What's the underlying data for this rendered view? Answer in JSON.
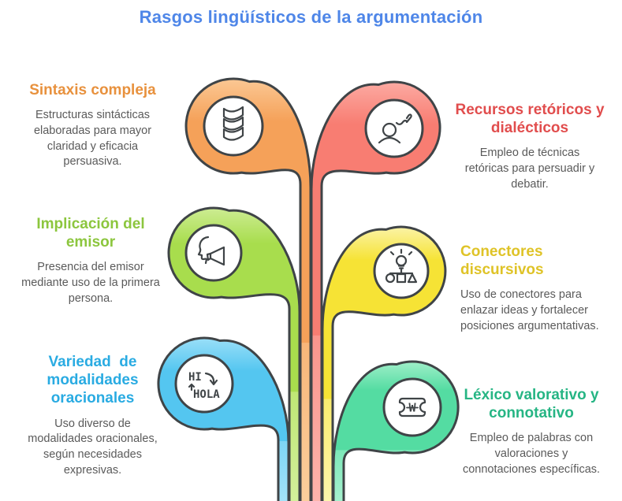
{
  "title": {
    "text": "Rasgos lingüísticos de la argumentación",
    "color": "#4e86e8"
  },
  "outline_color": "#3f4447",
  "background_color": "#ffffff",
  "body_text_color": "#5a5a5a",
  "sections": [
    {
      "heading": "Sintaxis compleja",
      "body": "Estructuras sintácticas\nelaboradas para mayor\nclaridad y eficacia\npersuasiva.",
      "heading_color": "#e8913d",
      "branch_color": "#f5a159",
      "branch_color_light": "#fbc894",
      "icon": "coil-ribbon-icon",
      "side": "left"
    },
    {
      "heading": "Recursos retóricos y\ndialécticos",
      "body": "Empleo de técnicas\nretóricas para persuadir y\ndebatir.",
      "heading_color": "#e14d4d",
      "branch_color": "#f87d72",
      "branch_color_light": "#fcaaa2",
      "icon": "person-gesture-icon",
      "side": "right"
    },
    {
      "heading": "Implicación del\nemisor",
      "body": "Presencia del emisor\nmediante uso de la primera\npersona.",
      "heading_color": "#8cc63e",
      "branch_color": "#a8dd4d",
      "branch_color_light": "#cdec93",
      "icon": "face-megaphone-icon",
      "side": "left"
    },
    {
      "heading": "Conectores\ndiscursivos",
      "body": "Uso de conectores para\nenlazar ideas y fortalecer\nposiciones argumentativas.",
      "heading_color": "#dfc327",
      "branch_color": "#f6e335",
      "branch_color_light": "#fbf3a6",
      "icon": "bulb-orgchart-icon",
      "side": "right"
    },
    {
      "heading": "Variedad  de\nmodalidades\noracionales",
      "body": "Uso diverso de\nmodalidades oracionales,\nsegún necesidades\nexpresivas.",
      "heading_color": "#29abe2",
      "branch_color": "#54c6f0",
      "branch_color_light": "#9adff8",
      "icon": "translation-icon",
      "side": "left"
    },
    {
      "heading": "Léxico valorativo y\nconnotativo",
      "body": "Empleo de palabras con\nvaloraciones y\nconnotaciones específicas.",
      "heading_color": "#26b584",
      "branch_color": "#54dca2",
      "branch_color_light": "#9fefc9",
      "icon": "word-badge-icon",
      "side": "right"
    }
  ],
  "icons": {
    "modalities_word_top": "HI",
    "modalities_word_bottom": "HOLA",
    "lexicon_letter": "W"
  }
}
